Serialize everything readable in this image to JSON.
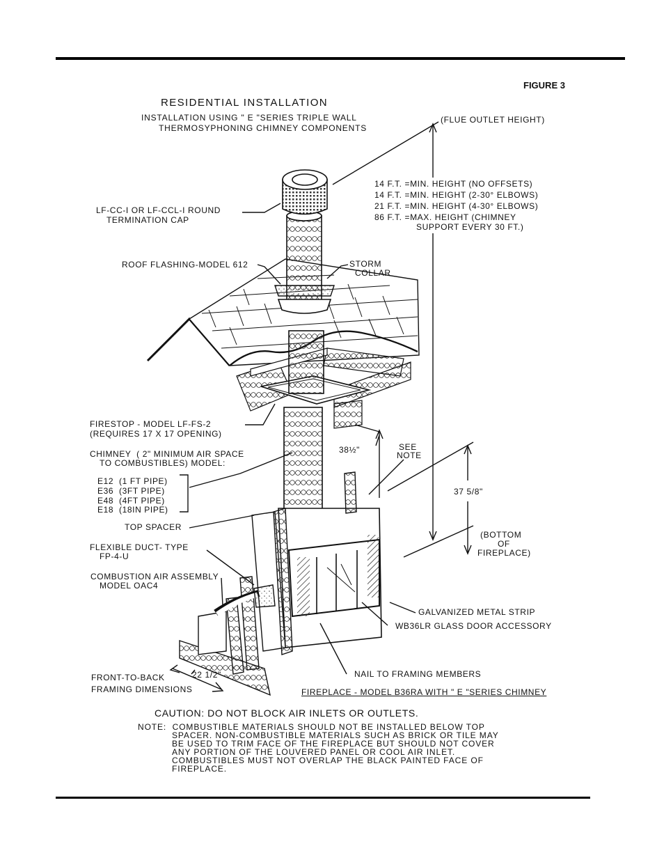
{
  "figure_label": "FIGURE 3",
  "title": "RESIDENTIAL INSTALLATION",
  "subtitle_line1": "INSTALLATION USING \" E \"SERIES TRIPLE WALL",
  "subtitle_line2": "THERMOSYPHONING CHIMNEY COMPONENTS",
  "flue_outlet": "(FLUE OUTLET HEIGHT)",
  "heights": [
    "14 F.T. =MIN. HEIGHT (NO OFFSETS)",
    "14 F.T. =MIN. HEIGHT (2-30° ELBOWS)",
    "21 F.T. =MIN. HEIGHT (4-30° ELBOWS)",
    "86 F.T. =MAX. HEIGHT (CHIMNEY",
    "SUPPORT EVERY 30 FT.)"
  ],
  "termination_cap": [
    "LF-CC-I OR LF-CCL-I ROUND",
    "TERMINATION CAP"
  ],
  "roof_flashing": "ROOF FLASHING-MODEL 612",
  "storm_collar": [
    "STORM",
    "COLLAR"
  ],
  "firestop": [
    "FIRESTOP - MODEL LF-FS-2",
    "(REQUIRES 17 X 17 OPENING)"
  ],
  "chimney": [
    "CHIMNEY  ( 2\" MINIMUM AIR SPACE",
    "TO COMBUSTIBLES) MODEL:"
  ],
  "pipes": [
    "E12  (1 FT PIPE)",
    "E36  (3FT PIPE)",
    "E48  (4FT PIPE)",
    "E18  (18IN PIPE)"
  ],
  "dim_38": "38½\"",
  "see_note": [
    "SEE",
    "NOTE"
  ],
  "dim_37": "37 5/8\"",
  "bottom": [
    "(BOTTOM",
    "OF",
    "FIREPLACE)"
  ],
  "top_spacer": "TOP SPACER",
  "flex_duct": [
    "FLEXIBLE DUCT- TYPE",
    "FP-4-U"
  ],
  "combustion": [
    "COMBUSTION AIR ASSEMBLY",
    "MODEL OAC4"
  ],
  "galvanized": "GALVANIZED METAL STRIP",
  "glass_door": "WB36LR GLASS DOOR ACCESSORY",
  "nail": "NAIL TO FRAMING MEMBERS",
  "front_to_back": [
    "FRONT-TO-BACK",
    "FRAMING DIMENSIONS"
  ],
  "dim_22": "22 1/2\"",
  "model_caption": "FIREPLACE - MODEL B36RA WITH \" E \"SERIES CHIMNEY",
  "caution": "CAUTION: DO NOT BLOCK AIR INLETS OR OUTLETS.",
  "note": [
    "NOTE:  COMBUSTIBLE MATERIALS SHOULD NOT BE INSTALLED BELOW TOP",
    "SPACER. NON-COMBUSTIBLE MATERIALS SUCH AS BRICK OR TILE MAY",
    "BE USED TO TRIM FACE OF THE FIREPLACE BUT SHOULD NOT COVER",
    "ANY PORTION OF THE LOUVERED PANEL OR COOL AIR INLET.",
    "COMBUSTIBLES MUST NOT OVERLAP THE BLACK PAINTED FACE OF",
    "FIREPLACE."
  ]
}
